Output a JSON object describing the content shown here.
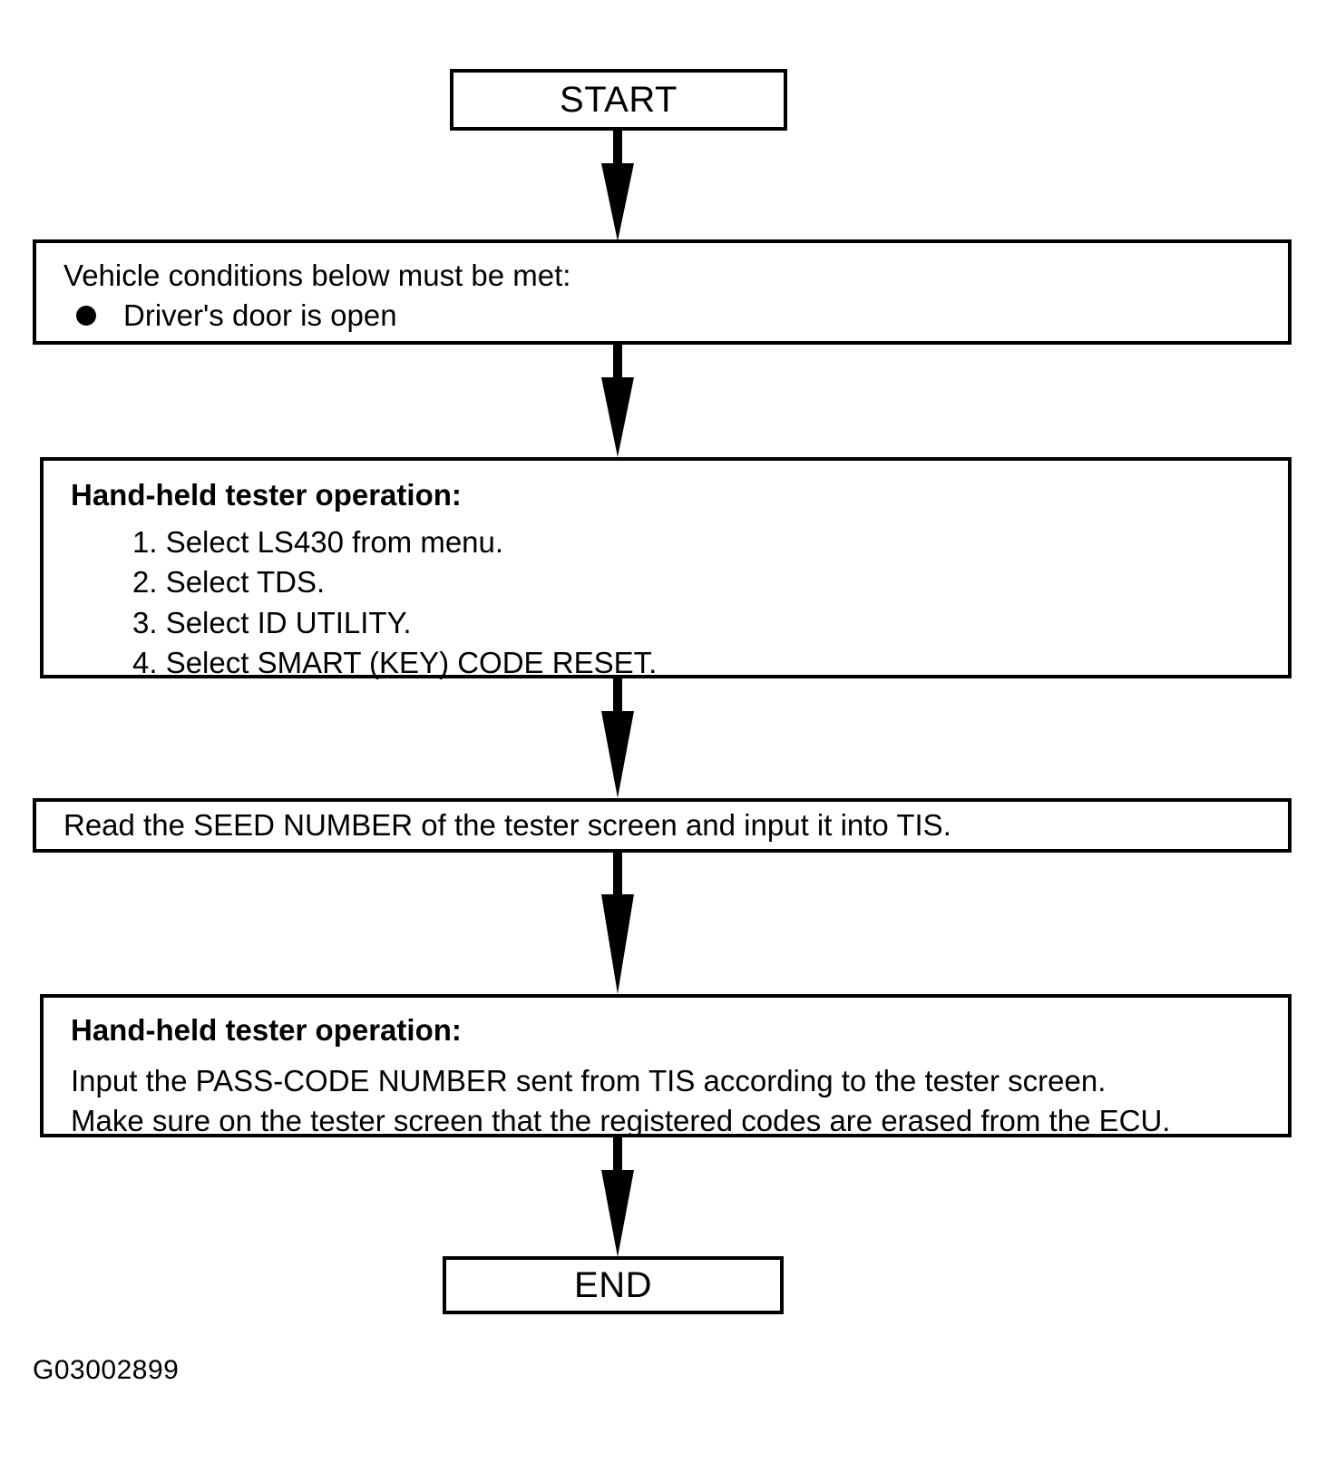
{
  "diagram": {
    "title": "Smart Key Code Reset Procedure",
    "footer_code": "G03002899",
    "stroke_color": "#000000",
    "fill_color": "#ffffff",
    "nodes": {
      "start": {
        "label": "START",
        "type": "terminal"
      },
      "conditions": {
        "type": "process",
        "heading": "Vehicle conditions below must be met:",
        "bullets": [
          "Driver's door is open"
        ]
      },
      "tester_operation_1": {
        "type": "process",
        "heading": "Hand-held tester operation:",
        "steps": [
          "1. Select LS430 from menu.",
          "2. Select TDS.",
          "3. Select ID UTILITY.",
          "4. Select SMART (KEY) CODE RESET."
        ]
      },
      "seed_number": {
        "type": "process",
        "text": "Read the SEED NUMBER of the tester screen and input it into TIS."
      },
      "tester_operation_2": {
        "type": "process",
        "heading": "Hand-held tester operation:",
        "lines": [
          "Input the PASS-CODE NUMBER sent from TIS according to the tester screen.",
          "Make sure on the tester screen that the registered codes are erased from the ECU."
        ]
      },
      "end": {
        "label": "END",
        "type": "terminal"
      }
    },
    "connectors": [
      {
        "name": "arrow-start-to-conditions",
        "from": "start",
        "to": "conditions"
      },
      {
        "name": "arrow-conditions-to-tester1",
        "from": "conditions",
        "to": "tester_operation_1"
      },
      {
        "name": "arrow-tester1-to-seed",
        "from": "tester_operation_1",
        "to": "seed_number"
      },
      {
        "name": "arrow-seed-to-tester2",
        "from": "seed_number",
        "to": "tester_operation_2"
      },
      {
        "name": "arrow-tester2-to-end",
        "from": "tester_operation_2",
        "to": "end"
      }
    ]
  }
}
